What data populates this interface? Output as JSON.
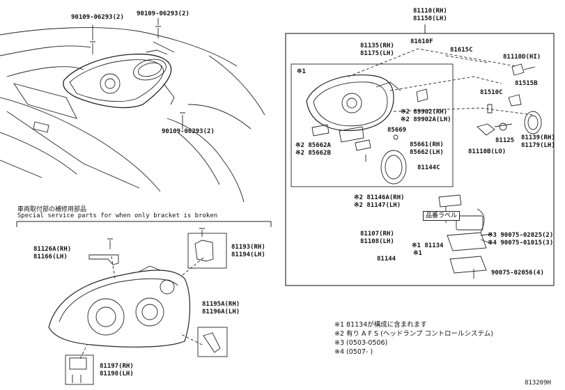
{
  "top_left": {
    "bolt_a": "90109-06293(2)",
    "bolt_b": "90109-06293(2)",
    "bolt_c": "90109-06293(2)"
  },
  "special": {
    "jp": "車両取付部の補修用部品",
    "en": "Special service parts for when only bracket is broken",
    "p1_rh": "81126A(RH)",
    "p1_lh": "81166(LH)",
    "p2_rh": "81193(RH)",
    "p2_lh": "81194(LH)",
    "p3_rh": "81195A(RH)",
    "p3_lh": "81196A(LH)",
    "p4_rh": "81197(RH)",
    "p4_lh": "81198(LH)"
  },
  "main": {
    "assy_rh": "81110(RH)",
    "assy_lh": "81150(LH)",
    "unit_rh": "81135(RH)",
    "unit_lh": "81175(LH)",
    "p81610f": "81610F",
    "p81615c": "81615C",
    "p81110d": "81110D(HI)",
    "p81515b": "81515B",
    "p81510c": "81510C",
    "p81125": "81125",
    "p81110b": "81110B(LO)",
    "p81139": "81139(RH)",
    "p81179": "81179(LH)",
    "mark1": "※1",
    "p89902": "※2 89902(RH)",
    "p89902a": "※2 89902A(LH)",
    "p85662a": "※2 85662A",
    "p85662b": "※2 85662B",
    "p85669": "85669",
    "p85661": "85661(RH)",
    "p85662": "85662(LH)",
    "p81144c": "81144C",
    "p81146a": "※2 81146A(RH)",
    "p81147": "※2 81147(LH)",
    "label_tag": "品番ラベル",
    "p81107": "81107(RH)",
    "p81108": "81108(LH)",
    "p81134": "※1 81134",
    "p81144": "81144",
    "p81144_mark": "※1",
    "s90075a": "※3 90075-02025(2)",
    "s90075b": "※4 90075-01015(3)",
    "s90075c": "90075-02056(4)"
  },
  "notes": {
    "n1": "※1 81134が構成に含まれます",
    "n2": "※2 有り  A F S (ヘッドランプ コントロールシステム)",
    "n3": "※3 (0503-0506)",
    "n4": "※4 (0507-     )"
  },
  "code": "813209H"
}
